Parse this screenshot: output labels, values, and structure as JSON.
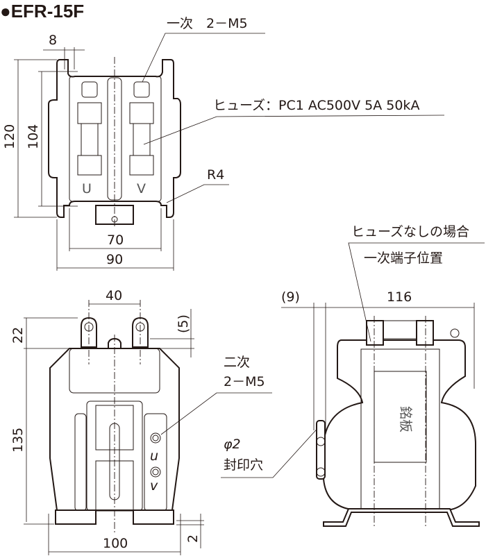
{
  "title": "●EFR-15F",
  "top_view": {
    "primary_label": "一次　2－M5",
    "fuse_label": "ヒューズ：PC1  AC500V  5A  50kA",
    "radius_label": "R4",
    "phase_u": "U",
    "phase_v": "V",
    "dims": {
      "gap": "8",
      "height_outer": "120",
      "height_inner": "104",
      "width_inner": "70",
      "width_outer": "90"
    }
  },
  "front_view": {
    "secondary_label_1": "二次",
    "secondary_label_2": "2－M5",
    "seal_label_1": "φ2",
    "seal_label_2": "封印穴",
    "terminal_u": "u",
    "terminal_v": "v",
    "dims": {
      "pitch": "40",
      "terminal_height": "22",
      "body_height": "135",
      "width": "100",
      "offset_top": "(5)",
      "base": "2"
    }
  },
  "side_view": {
    "note_line_1": "ヒューズなしの場合",
    "note_line_2": "一次端子位置",
    "nameplate": "銘板",
    "dims": {
      "offset": "(9)",
      "depth": "116"
    }
  }
}
